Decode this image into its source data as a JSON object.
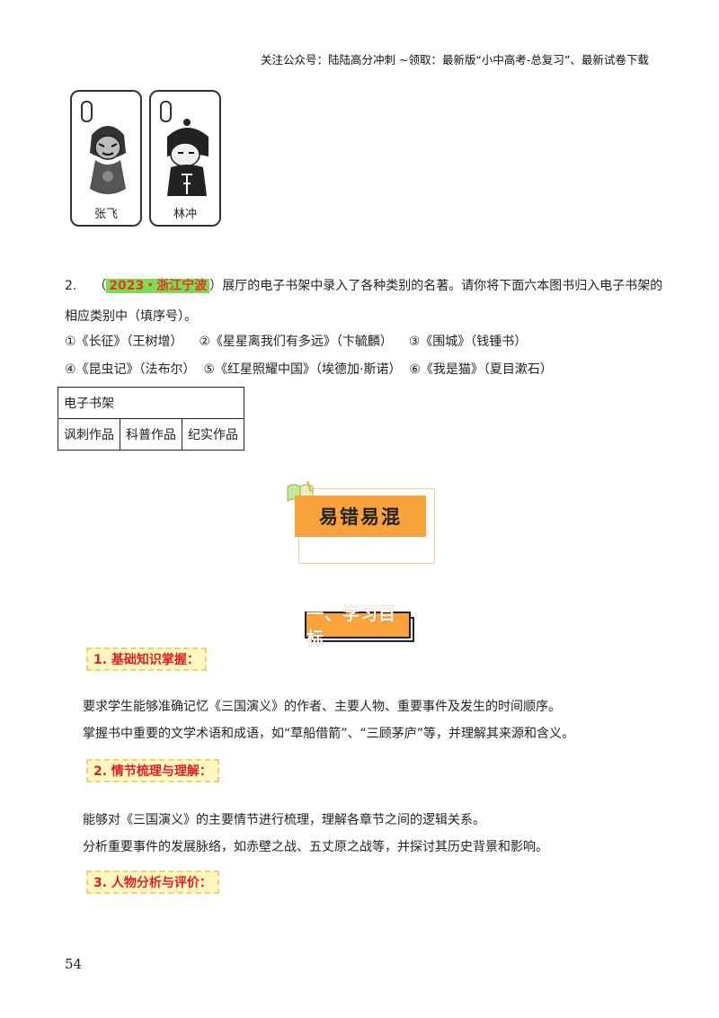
{
  "header": {
    "note": "关注公众号：陆陆高分冲刺 ~领取：最新版“小中高考-总复习”、最新试卷下载"
  },
  "cards": [
    {
      "name": "张飞",
      "icon": "zhangfei-opera-mask-icon"
    },
    {
      "name": "林冲",
      "icon": "linchong-opera-figure-icon"
    }
  ],
  "question2": {
    "number": "2.",
    "open_paren": "（",
    "tag": "2023・浙江宁波",
    "text1": "）展厅的电子书架中录入了各种类别的名著。请你将下面六本图书归入电子书架的",
    "text2": "相应类别中（填序号）。",
    "books_row1": "①《长征》（王树增）    ②《星星离我们有多远》（卞毓麟）    ③《围城》（钱锺书）",
    "books_row2": "④《昆虫记》（法布尔）  ⑤《红星照耀中国》（埃德加·斯诺）  ⑥《我是猫》（夏目漱石）"
  },
  "shelf_table": {
    "title": "电子书架",
    "categories": [
      "讽刺作品",
      "科普作品",
      "纪实作品"
    ]
  },
  "section_badge": {
    "label": "易错易混"
  },
  "goals": {
    "title": "一、学习目标",
    "sections": [
      {
        "heading": "1. 基础知识掌握：",
        "lines": [
          "要求学生能够准确记忆《三国演义》的作者、主要人物、重要事件及发生的时间顺序。",
          "掌握书中重要的文学术语和成语，如“草船借箭”、“三顾茅庐”等，并理解其来源和含义。"
        ]
      },
      {
        "heading": "2. 情节梳理与理解：",
        "lines": [
          "能够对《三国演义》的主要情节进行梳理，理解各章节之间的逻辑关系。",
          "分析重要事件的发展脉络，如赤壁之战、五丈原之战等，并探讨其历史背景和影响。"
        ]
      },
      {
        "heading": "3. 人物分析与评价：",
        "lines": []
      }
    ]
  },
  "page_number": "54",
  "colors": {
    "accent_orange": "#f7a23b",
    "tag_green": "#7ed957",
    "heading_red": "#e02020"
  }
}
